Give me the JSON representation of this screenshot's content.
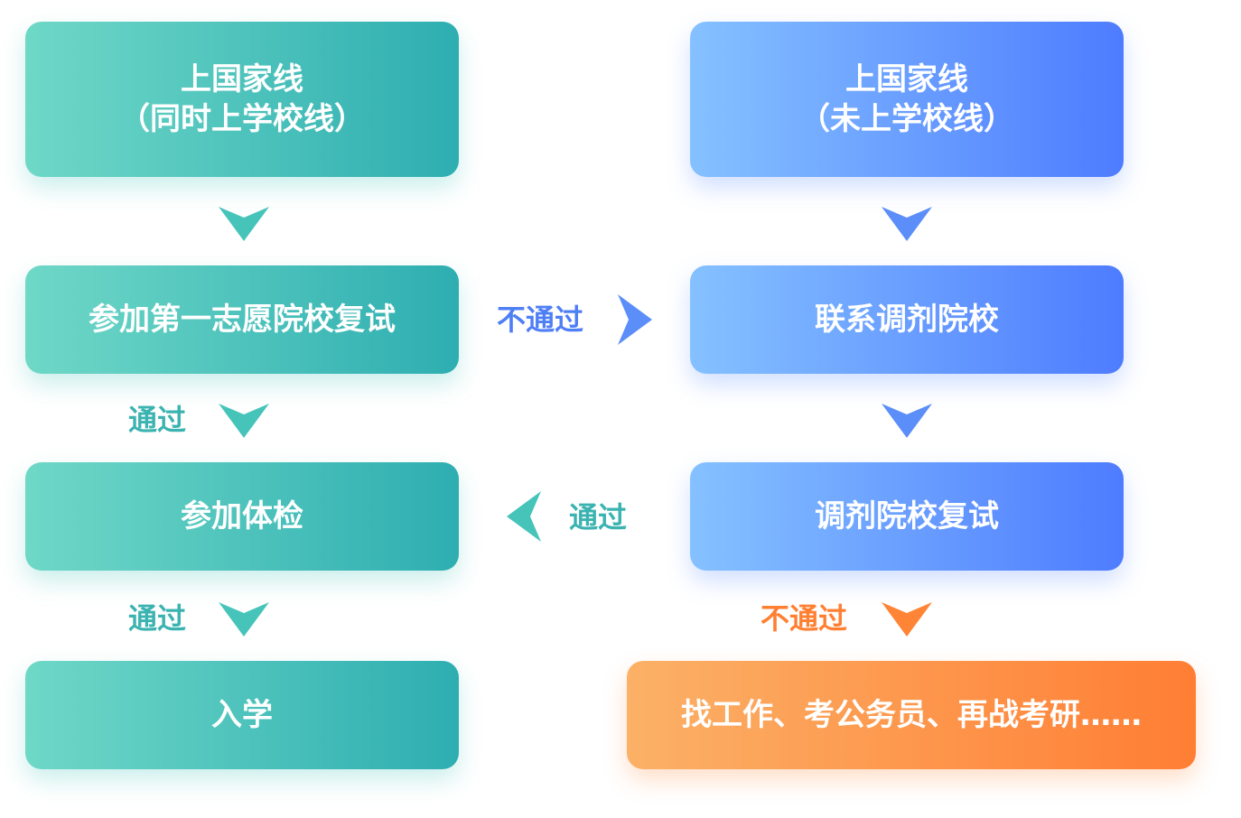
{
  "colors": {
    "teal": "#46c4ba",
    "blue": "#5b8ef8",
    "orange": "#ff8436",
    "teal_text": "#3bb3b0",
    "blue_text": "#4f7ff5",
    "orange_text": "#ff8033"
  },
  "left": {
    "top_box": {
      "line1": "上国家线",
      "line2": "（同时上学校线）"
    },
    "retest_box": "参加第一志愿院校复试",
    "physical_box": "参加体检",
    "enroll_box": "入学",
    "pass_label_1": "通过",
    "pass_label_2": "通过"
  },
  "right": {
    "top_box": {
      "line1": "上国家线",
      "line2": "（未上学校线）"
    },
    "contact_box": "联系调剂院校",
    "adjust_retest_box": "调剂院校复试",
    "fail_label": "不通过",
    "other_box": "找工作、考公务员、再战考研……"
  },
  "middle": {
    "fail_label": "不通过",
    "pass_label": "通过"
  }
}
